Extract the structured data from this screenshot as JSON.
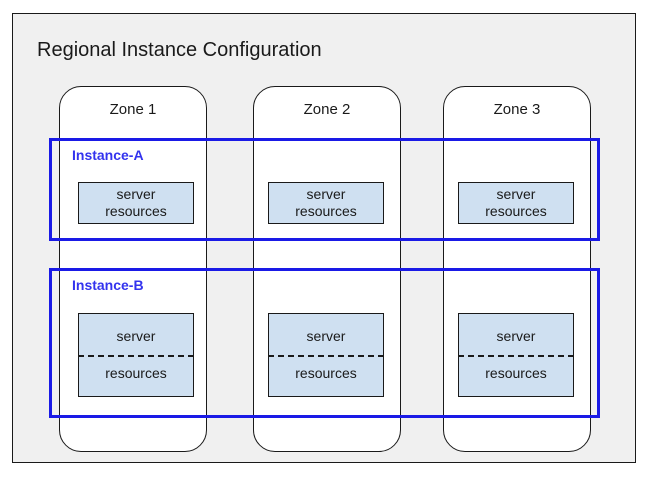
{
  "diagram": {
    "title": "Regional Instance Configuration",
    "background_color": "#f0f0f0",
    "border_color": "#1a1a1a"
  },
  "zones": [
    {
      "label": "Zone 1"
    },
    {
      "label": "Zone 2"
    },
    {
      "label": "Zone 3"
    }
  ],
  "instances": [
    {
      "label": "Instance-A",
      "accent_color": "#3333ee",
      "resource_style": "solid",
      "cells": [
        {
          "line1": "server",
          "line2": "resources"
        },
        {
          "line1": "server",
          "line2": "resources"
        },
        {
          "line1": "server",
          "line2": "resources"
        }
      ]
    },
    {
      "label": "Instance-B",
      "accent_color": "#3333ee",
      "resource_style": "split-dashed",
      "cells": [
        {
          "line1": "server",
          "line2": "resources"
        },
        {
          "line1": "server",
          "line2": "resources"
        },
        {
          "line1": "server",
          "line2": "resources"
        }
      ]
    }
  ],
  "colors": {
    "resource_fill": "#cfe0f1",
    "instance_border": "#1a1ae6",
    "zone_fill": "#ffffff",
    "text": "#1a1a1a"
  }
}
